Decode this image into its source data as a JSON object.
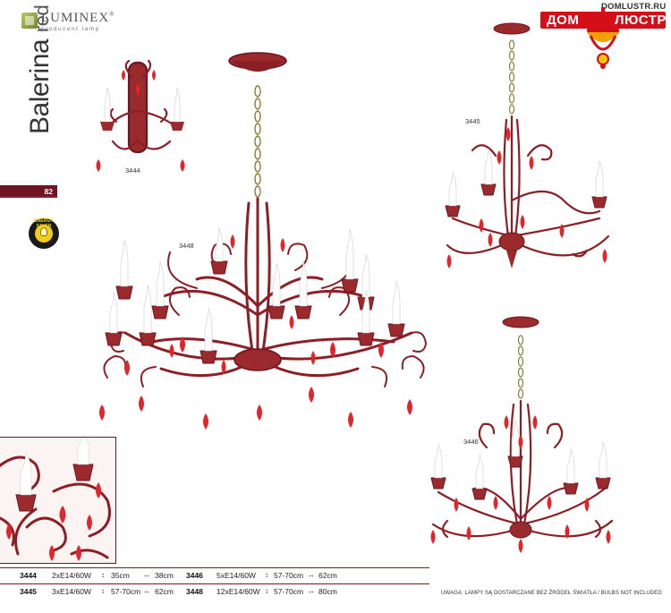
{
  "logo": {
    "brand": "LUMINEX",
    "registered": "®",
    "tagline": "producent lamp"
  },
  "series": {
    "name": "Balerina",
    "finish": "red"
  },
  "page_number": "82",
  "energy_badge": {
    "text": "ENERGY SAVER"
  },
  "shop_logo": {
    "url": "DOMLUSTR.RU",
    "word_left": "ДОМ",
    "word_right": "ЛЮСТР"
  },
  "models": {
    "m3444": "3444",
    "m3448": "3448",
    "m3445": "3445",
    "m3446": "3446"
  },
  "specs": [
    {
      "code": "3444",
      "bulbs": "2xE14/60W",
      "height": "35cm",
      "width": "38cm",
      "code2": "3446",
      "bulbs2": "5xE14/60W",
      "height2": "57-70cm",
      "width2": "62cm"
    },
    {
      "code": "3445",
      "bulbs": "3xE14/60W",
      "height": "57-70cm",
      "width": "62cm",
      "code2": "3448",
      "bulbs2": "12xE14/60W",
      "height2": "57-70cm",
      "width2": "80cm"
    }
  ],
  "note": "UWAGA: LAMPY SĄ DOSTARCZANE BEZ ŹRÓDEŁ ŚWIATŁA / BULBS NOT INCLUDED",
  "colors": {
    "accent": "#6e1423",
    "frame": "#8c1e26",
    "crystal": "#e0262a",
    "shop_red": "#d40f1a"
  }
}
